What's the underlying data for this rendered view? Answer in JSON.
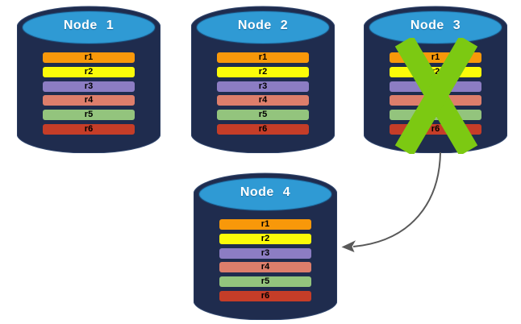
{
  "canvas": {
    "background": "#FFFFFF"
  },
  "palette": {
    "cylinder_body": "#1F2C4E",
    "cylinder_edge": "#33486F",
    "cylinder_top": "#2F9AD4",
    "cylinder_top_shade": "#1B6FA8",
    "node_label_color": "#FFFFFF",
    "row_label_color": "#000000",
    "failure_x_color": "#7CC912",
    "arrow_color": "#595959"
  },
  "nodes": [
    {
      "label": "Node 1",
      "failed": false,
      "rows": [
        {
          "label": "r1",
          "color": "#F8980A"
        },
        {
          "label": "r2",
          "color": "#FBFB09"
        },
        {
          "label": "r3",
          "color": "#8C7DC3"
        },
        {
          "label": "r4",
          "color": "#DD7E6B"
        },
        {
          "label": "r5",
          "color": "#93C47D"
        },
        {
          "label": "r6",
          "color": "#C53D28"
        }
      ]
    },
    {
      "label": "Node 2",
      "failed": false,
      "rows": [
        {
          "label": "r1",
          "color": "#F8980A"
        },
        {
          "label": "r2",
          "color": "#FBFB09"
        },
        {
          "label": "r3",
          "color": "#8C7DC3"
        },
        {
          "label": "r4",
          "color": "#DD7E6B"
        },
        {
          "label": "r5",
          "color": "#93C47D"
        },
        {
          "label": "r6",
          "color": "#C53D28"
        }
      ]
    },
    {
      "label": "Node 3",
      "failed": true,
      "rows": [
        {
          "label": "r1",
          "color": "#F8980A"
        },
        {
          "label": "r2",
          "color": "#FBFB09"
        },
        {
          "label": "r3",
          "color": "#8C7DC3"
        },
        {
          "label": "r4",
          "color": "#DD7E6B"
        },
        {
          "label": "r5",
          "color": "#93C47D"
        },
        {
          "label": "r6",
          "color": "#C53D28"
        }
      ]
    },
    {
      "label": "Node 4",
      "failed": false,
      "rows": [
        {
          "label": "r1",
          "color": "#F8980A"
        },
        {
          "label": "r2",
          "color": "#FBFB09"
        },
        {
          "label": "r3",
          "color": "#8C7DC3"
        },
        {
          "label": "r4",
          "color": "#DD7E6B"
        },
        {
          "label": "r5",
          "color": "#93C47D"
        },
        {
          "label": "r6",
          "color": "#C53D28"
        }
      ]
    }
  ],
  "failure_marker": {
    "node": "Node 3",
    "icon": "x-mark"
  },
  "arrow": {
    "from": "Node 3",
    "to": "Node 4"
  }
}
